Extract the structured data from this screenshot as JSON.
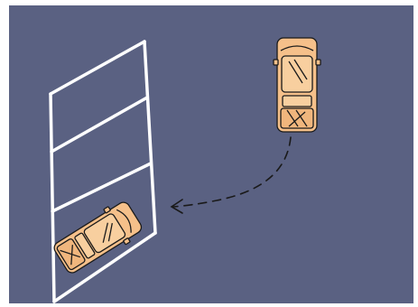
{
  "scene": {
    "background_color": "#5a6182",
    "line_color": "#ffffff",
    "car_body_color": "#f5c08a",
    "car_outline_color": "#1a1a1a",
    "parking_spaces": 4,
    "illustration": [
      "parking-lot",
      "parked-car",
      "approaching-car",
      "dashed-path-arrow"
    ]
  }
}
